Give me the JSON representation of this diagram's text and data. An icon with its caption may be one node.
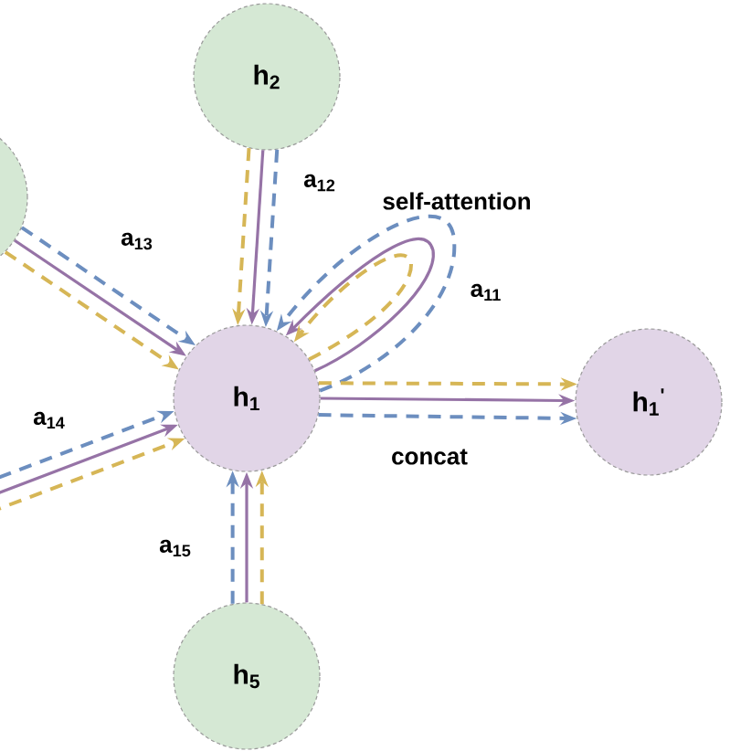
{
  "diagram": {
    "nodes": [
      {
        "text": [
          "h$_{2}$"
        ]
      },
      {
        "text": [],
        "shape": "circle"
      },
      {
        "text": [
          "h$_{1}$"
        ]
      },
      {
        "text": [
          "h$_{1}$$^{'}$"
        ]
      },
      {
        "text": [
          "h$_{5}$"
        ]
      }
    ],
    "edges": [
      {
        "from": 0,
        "to": 2,
        "arrow": "to",
        "color": "#9673a6"
      },
      {
        "from": 0,
        "to": 2,
        "arrow": "to",
        "style": "dashed",
        "color": "#6c8ebf"
      },
      {
        "from": 0,
        "to": 2,
        "arrow": "to",
        "style": "dashed",
        "color": "#d6b656"
      },
      {
        "from": 1,
        "to": 2,
        "arrow": "to",
        "color": "#9673a6"
      },
      {
        "from": 1,
        "to": 2,
        "arrow": "to",
        "style": "dashed",
        "color": "#6c8ebf"
      },
      {
        "from": 1,
        "to": 2,
        "arrow": "to",
        "style": "dashed",
        "color": "#d6b656"
      },
      {
        "from": null,
        "to": 2,
        "arrow": "to",
        "color": "#9673a6"
      },
      {
        "from": null,
        "to": 2,
        "arrow": "to",
        "style": "dashed",
        "color": "#6c8ebf"
      },
      {
        "from": null,
        "to": 2,
        "arrow": "to",
        "style": "dashed",
        "color": "#d6b656"
      },
      {
        "from": 4,
        "to": 2,
        "arrow": "to",
        "color": "#9673a6"
      },
      {
        "from": 4,
        "to": 2,
        "arrow": "to",
        "style": "dashed",
        "color": "#6c8ebf"
      },
      {
        "from": 4,
        "to": 2,
        "arrow": "to",
        "style": "dashed",
        "color": "#d6b656"
      },
      {
        "from": 2,
        "to": 2,
        "arrow": "to",
        "color": "#9673a6"
      },
      {
        "from": 2,
        "to": 2,
        "arrow": "to",
        "style": "dashed",
        "color": "#6c8ebf"
      },
      {
        "from": 2,
        "to": 2,
        "arrow": "to",
        "style": "dashed",
        "color": "#d6b656"
      },
      {
        "from": 2,
        "to": 3,
        "arrow": "to",
        "color": "#9673a6"
      },
      {
        "from": 2,
        "to": 3,
        "arrow": "to",
        "style": "dashed",
        "color": "#6c8ebf"
      },
      {
        "from": 2,
        "to": 3,
        "arrow": "to",
        "style": "dashed",
        "color": "#d6b656"
      }
    ],
    "labels": [
      "a$_{12}$",
      "self-attention",
      "a$_{13}$",
      "a$_{11}$",
      "a$_{14}$",
      "concat",
      "a$_{15}$"
    ]
  }
}
